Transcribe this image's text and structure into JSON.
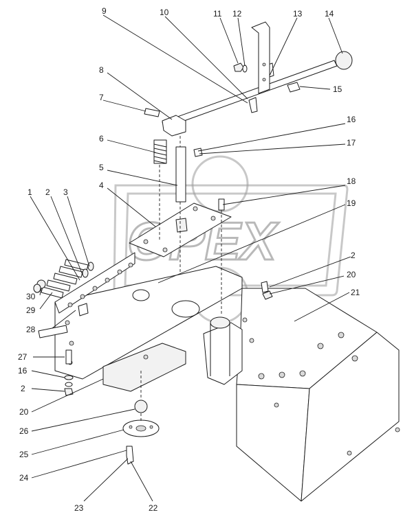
{
  "watermark": {
    "text": "OPEX"
  },
  "callouts": [
    {
      "id": "1",
      "label": "1"
    },
    {
      "id": "2a",
      "label": "2"
    },
    {
      "id": "3",
      "label": "3"
    },
    {
      "id": "4",
      "label": "4"
    },
    {
      "id": "5",
      "label": "5"
    },
    {
      "id": "6",
      "label": "6"
    },
    {
      "id": "7",
      "label": "7"
    },
    {
      "id": "8",
      "label": "8"
    },
    {
      "id": "9",
      "label": "9"
    },
    {
      "id": "10",
      "label": "10"
    },
    {
      "id": "11",
      "label": "11"
    },
    {
      "id": "12",
      "label": "12"
    },
    {
      "id": "13",
      "label": "13"
    },
    {
      "id": "14",
      "label": "14"
    },
    {
      "id": "15",
      "label": "15"
    },
    {
      "id": "16a",
      "label": "16"
    },
    {
      "id": "17",
      "label": "17"
    },
    {
      "id": "18",
      "label": "18"
    },
    {
      "id": "19",
      "label": "19"
    },
    {
      "id": "2b",
      "label": "2"
    },
    {
      "id": "20a",
      "label": "20"
    },
    {
      "id": "21",
      "label": "21"
    },
    {
      "id": "30",
      "label": "30"
    },
    {
      "id": "29",
      "label": "29"
    },
    {
      "id": "28",
      "label": "28"
    },
    {
      "id": "27",
      "label": "27"
    },
    {
      "id": "16b",
      "label": "16"
    },
    {
      "id": "2c",
      "label": "2"
    },
    {
      "id": "20b",
      "label": "20"
    },
    {
      "id": "26",
      "label": "26"
    },
    {
      "id": "25",
      "label": "25"
    },
    {
      "id": "24",
      "label": "24"
    },
    {
      "id": "23",
      "label": "23"
    },
    {
      "id": "22",
      "label": "22"
    }
  ]
}
